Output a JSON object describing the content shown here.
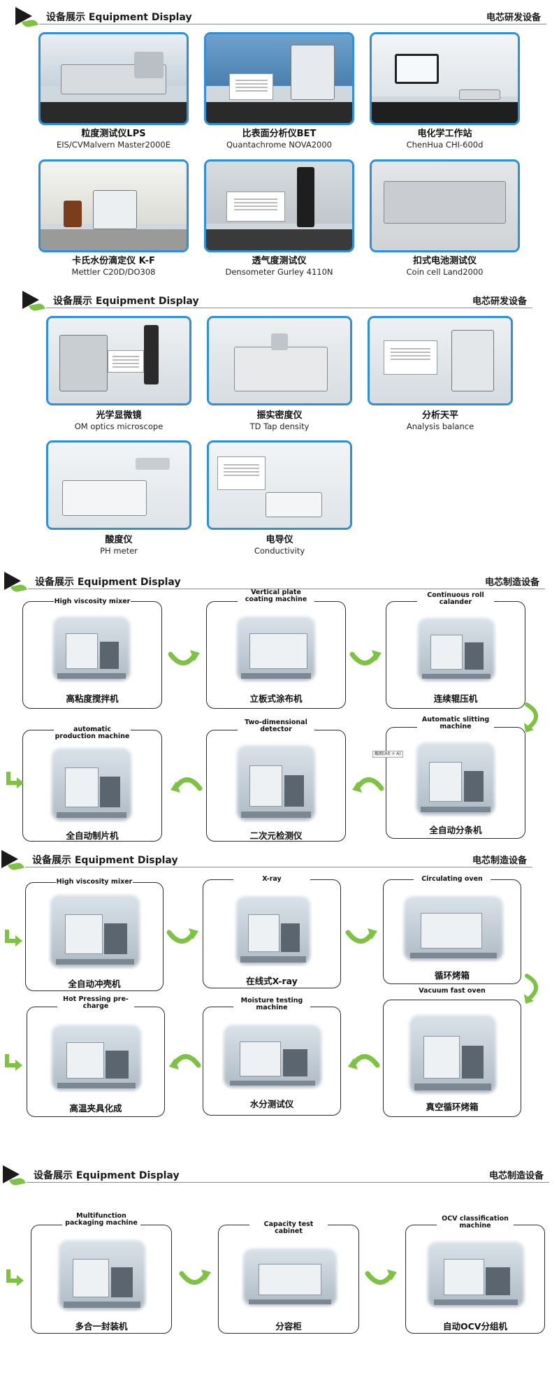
{
  "colors": {
    "accent_blue": "#2f8fd8",
    "arrow_green": "#7dc242",
    "header_dark": "#1a1a1a"
  },
  "sections": [
    {
      "title": "设备展示 Equipment Display",
      "category": "电芯研发设备"
    },
    {
      "title": "设备展示 Equipment Display",
      "category": "电芯研发设备"
    },
    {
      "title": "设备展示 Equipment Display",
      "category": "电芯制造设备"
    },
    {
      "title": "设备展示 Equipment Display",
      "category": "电芯制造设备"
    },
    {
      "title": "设备展示 Equipment Display",
      "category": "电芯制造设备"
    }
  ],
  "rd1": [
    {
      "zh": "粒度测试仪LPS",
      "en": "EIS/CVMalvern Master2000E"
    },
    {
      "zh": "比表面分析仪BET",
      "en": "Quantachrome NOVA2000"
    },
    {
      "zh": "电化学工作站",
      "en": "ChenHua  CHI-600d"
    },
    {
      "zh": "卡氏水份滴定仪 K-F",
      "en": "Mettler C20D/DO308"
    },
    {
      "zh": "透气度测试仪",
      "en": "Densometer Gurley 4110N"
    },
    {
      "zh": "扣式电池测试仪",
      "en": "Coin cell Land2000"
    }
  ],
  "rd2": [
    {
      "zh": "光学显微镜",
      "en": "OM optics microscope"
    },
    {
      "zh": "振实密度仪",
      "en": "TD Tap density"
    },
    {
      "zh": "分析天平",
      "en": "Analysis balance"
    },
    {
      "zh": "酸度仪",
      "en": "PH meter"
    },
    {
      "zh": "电导仪",
      "en": "Conductivity"
    }
  ],
  "mfg1": [
    {
      "en": "High viscosity mixer",
      "zh": "高粘度搅拌机"
    },
    {
      "en": "Vertical plate coating machine",
      "zh": "立板式涂布机"
    },
    {
      "en": "Continuous roll calander",
      "zh": "连续辊压机"
    },
    {
      "en": "automatic production machine",
      "zh": "全自动制片机"
    },
    {
      "en": "Two-dimensional detector",
      "zh": "二次元检测仪"
    },
    {
      "en": "Automatic slitting  machine",
      "zh": "全自动分条机"
    }
  ],
  "mfg1_tag": "截图(Alt + A)",
  "mfg2": [
    {
      "en": "High viscosity mixer",
      "zh": "全自动冲壳机"
    },
    {
      "en": "X-ray",
      "zh": "在线式X-ray"
    },
    {
      "en": "Circulating oven",
      "zh": "循环烤箱"
    },
    {
      "en": "Hot Pressing pre-charge",
      "zh": "高温夹具化成"
    },
    {
      "en": "Moisture testing machine",
      "zh": "水分测试仪"
    },
    {
      "en": "Vacuum fast oven",
      "zh": "真空循环烤箱"
    }
  ],
  "mfg3": [
    {
      "en": "Multifunction packaging machine",
      "zh": "多合一封装机"
    },
    {
      "en": "Capacity test cabinet",
      "zh": "分容柜"
    },
    {
      "en": "OCV classification machine",
      "zh": "自动OCV分组机"
    }
  ]
}
